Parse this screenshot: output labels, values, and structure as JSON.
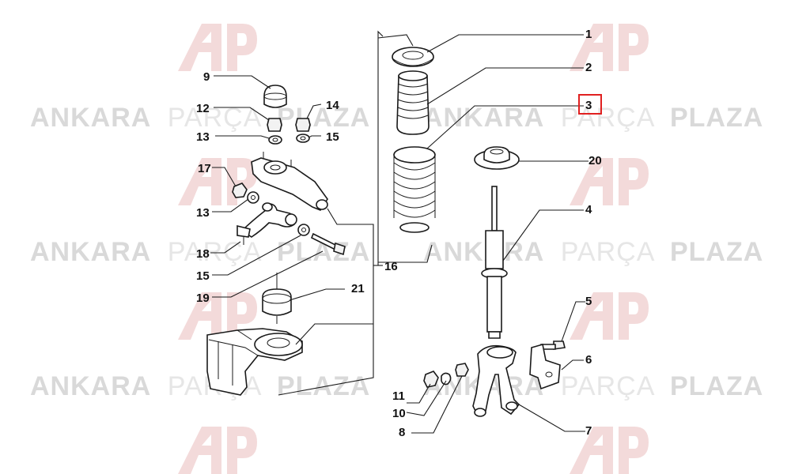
{
  "watermark": {
    "brand_bold_1": "ANKARA",
    "brand_light": "PARÇA",
    "brand_bold_2": "PLAZA",
    "color_bold": "#d9d9d9",
    "color_light": "#e6e6e6",
    "logo_color": "#f3dada"
  },
  "highlight_color": "#e02020",
  "labels": {
    "p1": "1",
    "p2": "2",
    "p3": "3",
    "p4": "4",
    "p5": "5",
    "p6": "6",
    "p7": "7",
    "p8": "8",
    "p9": "9",
    "p10": "10",
    "p11": "11",
    "p12": "12",
    "p13a": "13",
    "p13b": "13",
    "p14": "14",
    "p15a": "15",
    "p15b": "15",
    "p16": "16",
    "p17": "17",
    "p18": "18",
    "p19": "19",
    "p20": "20",
    "p21": "21"
  },
  "highlighted_part": "3"
}
